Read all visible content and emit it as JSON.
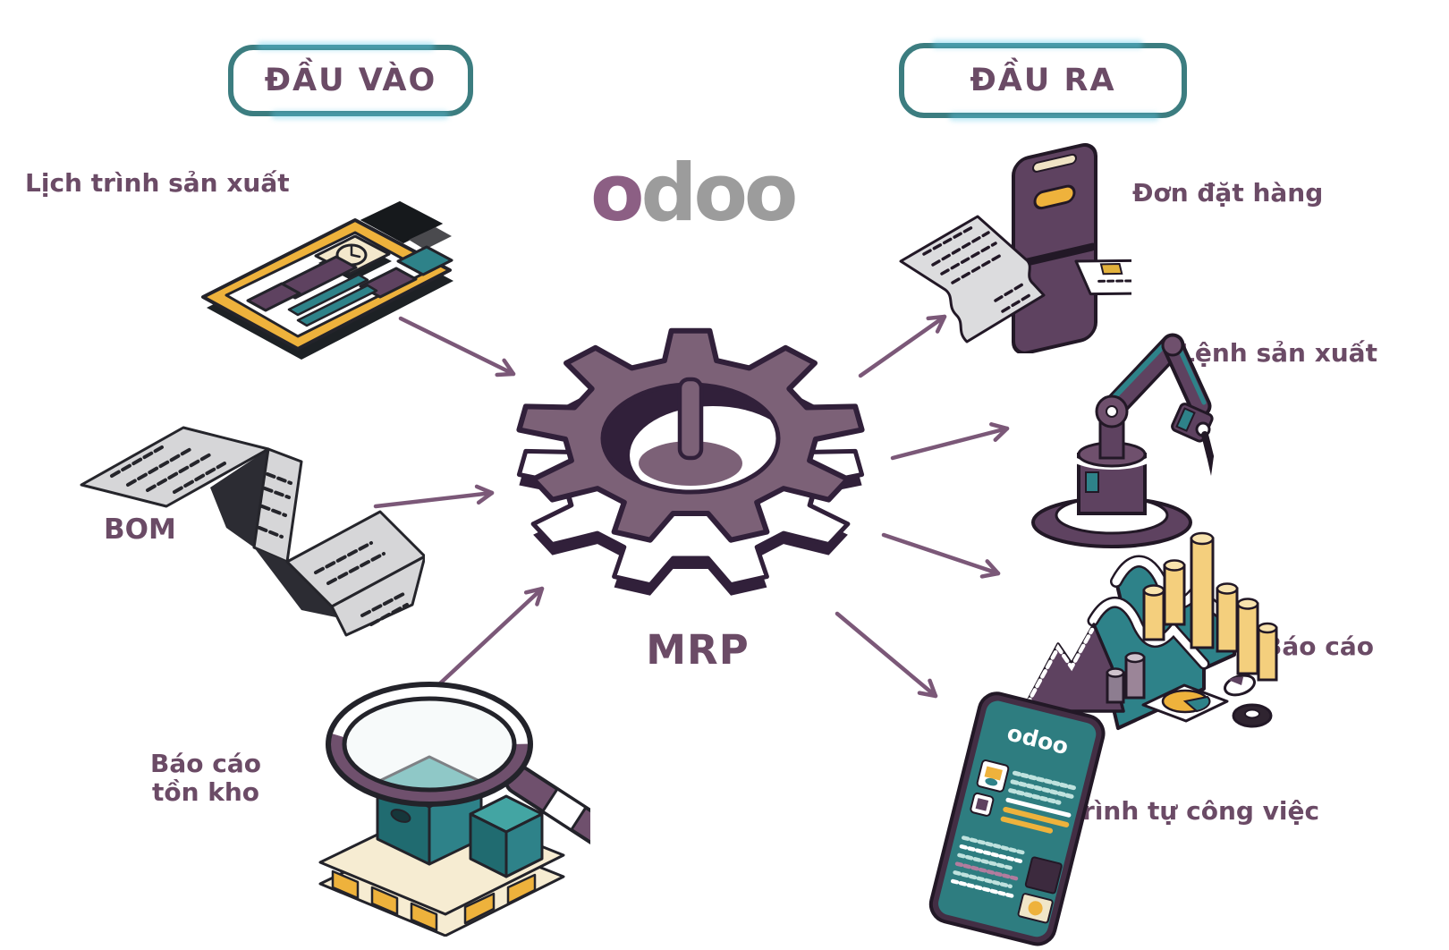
{
  "diagram": {
    "input_badge": "ĐẦU VÀO",
    "output_badge": "ĐẦU RA",
    "center": {
      "logo_o": "o",
      "logo_doo": "doo",
      "gear_label": "MRP",
      "gear_icon": "gear-icon"
    },
    "inputs": [
      {
        "label": "Lịch trình sản xuất",
        "icon": "clipboard-schedule-icon"
      },
      {
        "label": "BOM",
        "icon": "bom-paper-ribbon-icon"
      },
      {
        "label_line1": "Báo cáo",
        "label_line2": "tồn kho",
        "icon": "inventory-magnifier-boxes-icon"
      }
    ],
    "outputs": [
      {
        "label": "Đơn đặt hàng",
        "icon": "phone-order-receipt-card-icon"
      },
      {
        "label": "Lệnh sản xuất",
        "icon": "robot-arm-icon"
      },
      {
        "label": "Báo cáo",
        "icon": "isometric-charts-icon"
      },
      {
        "label": "Trình tự công việc",
        "icon": "workflow-tablet-icon"
      }
    ],
    "tablet_screen_logo": "odoo"
  },
  "colors": {
    "text_purple": "#6b4b66",
    "badge_border_teal": "#3c7d80",
    "badge_highlight_cyan": "#5cc8e8",
    "arrow_purple": "#7b5878",
    "gear_top_purple": "#7c6177",
    "gear_dark": "#31203a",
    "logo_gray": "#9c9c9c",
    "logo_purple": "#8c5f84",
    "illustration_purple": "#5e4260",
    "teal": "#2e8289",
    "yellow": "#eeb23c",
    "cream": "#f6ecd2",
    "paper_gray": "#d6d6d8",
    "ink": "#23232a"
  }
}
